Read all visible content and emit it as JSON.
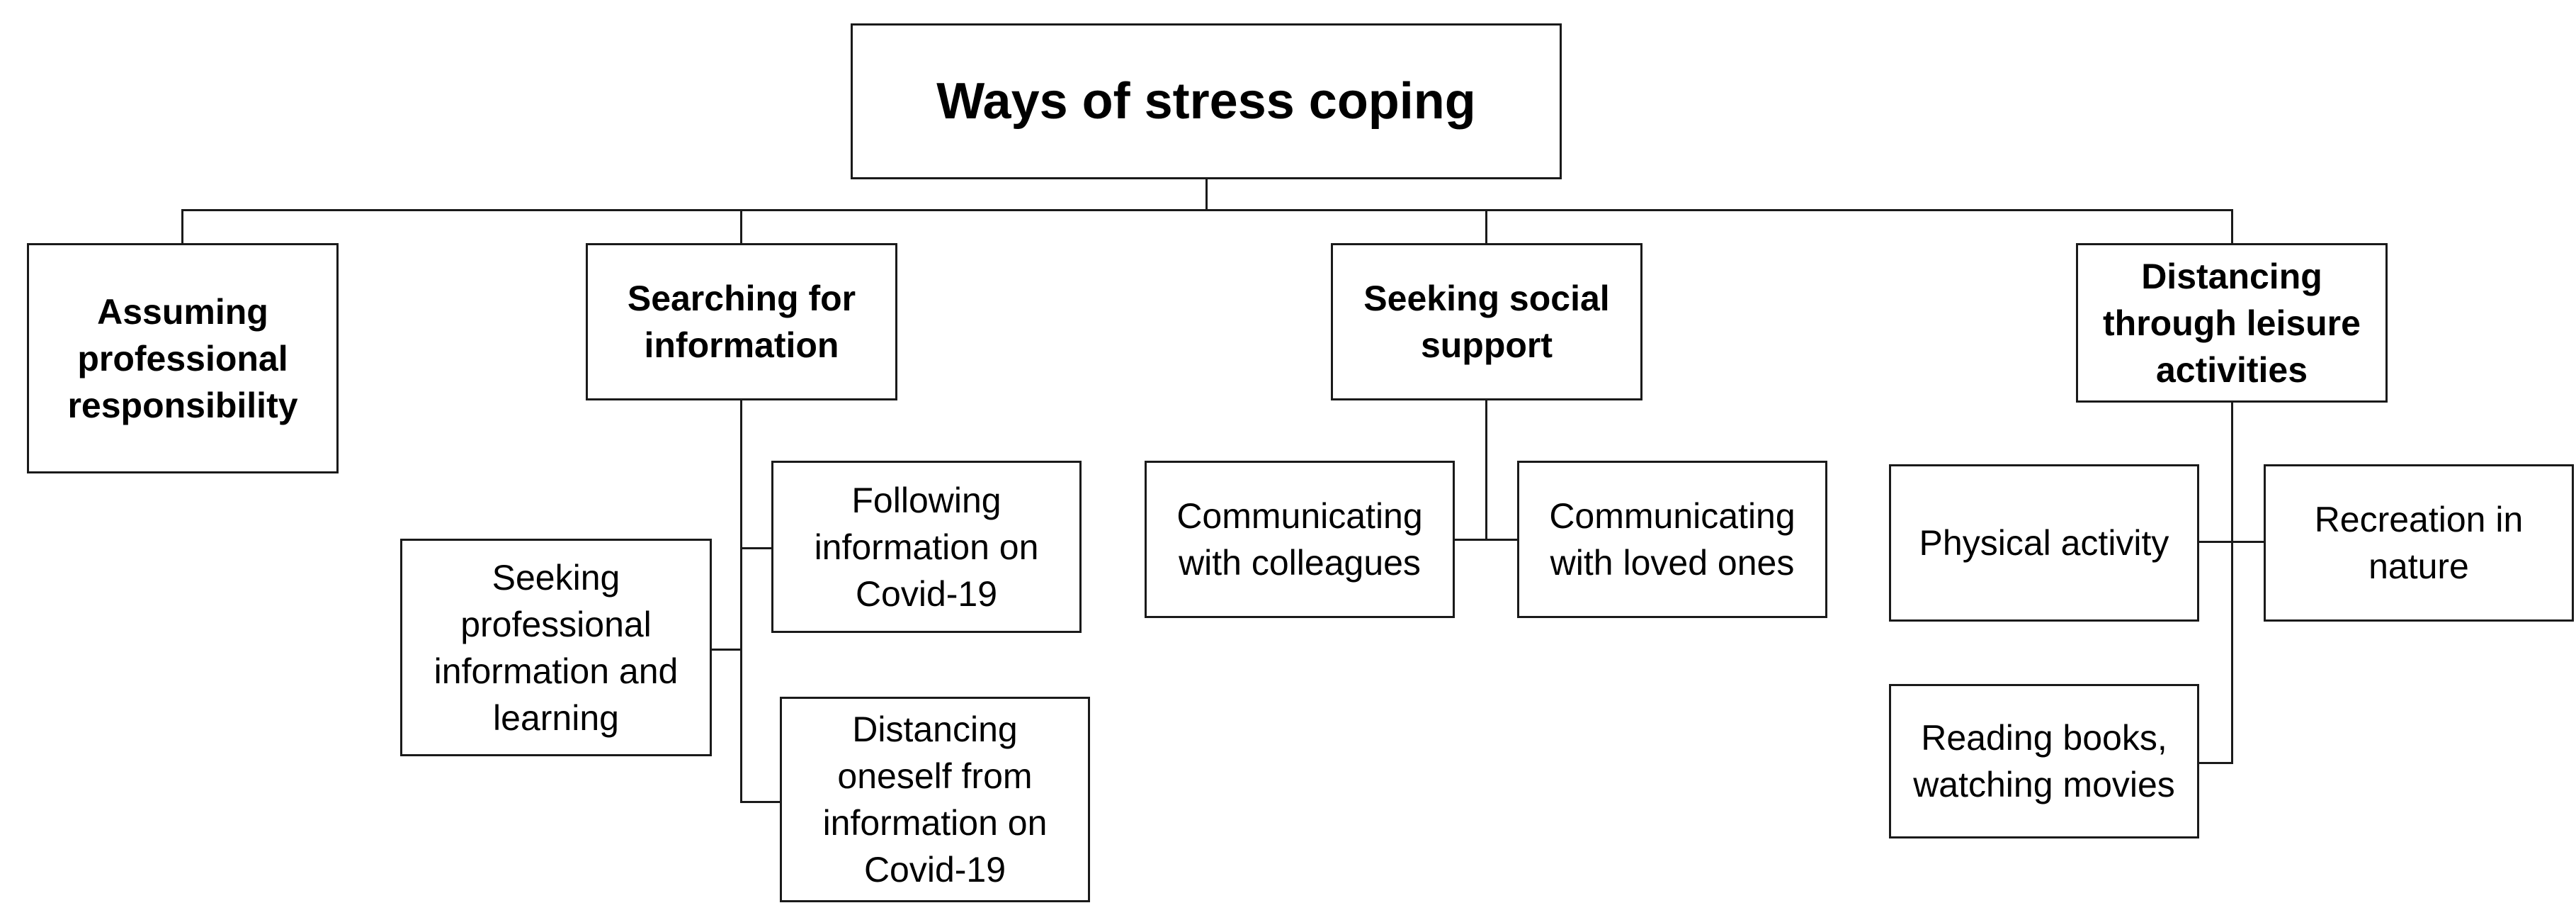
{
  "root": "Ways of stress coping",
  "categories": [
    {
      "label": "Assuming\nprofessional\nresponsibility"
    },
    {
      "label": "Searching for\ninformation",
      "items": [
        "Following\ninformation on\nCovid-19",
        "Seeking\nprofessional\ninformation and\nlearning",
        "Distancing\noneself from\ninformation on\nCovid-19"
      ]
    },
    {
      "label": "Seeking social\nsupport",
      "items": [
        "Communicating\nwith colleagues",
        "Communicating\nwith loved ones"
      ]
    },
    {
      "label": "Distancing\nthrough leisure\nactivities",
      "items": [
        "Physical activity",
        "Recreation in\nnature",
        "Reading books,\nwatching movies"
      ]
    }
  ]
}
